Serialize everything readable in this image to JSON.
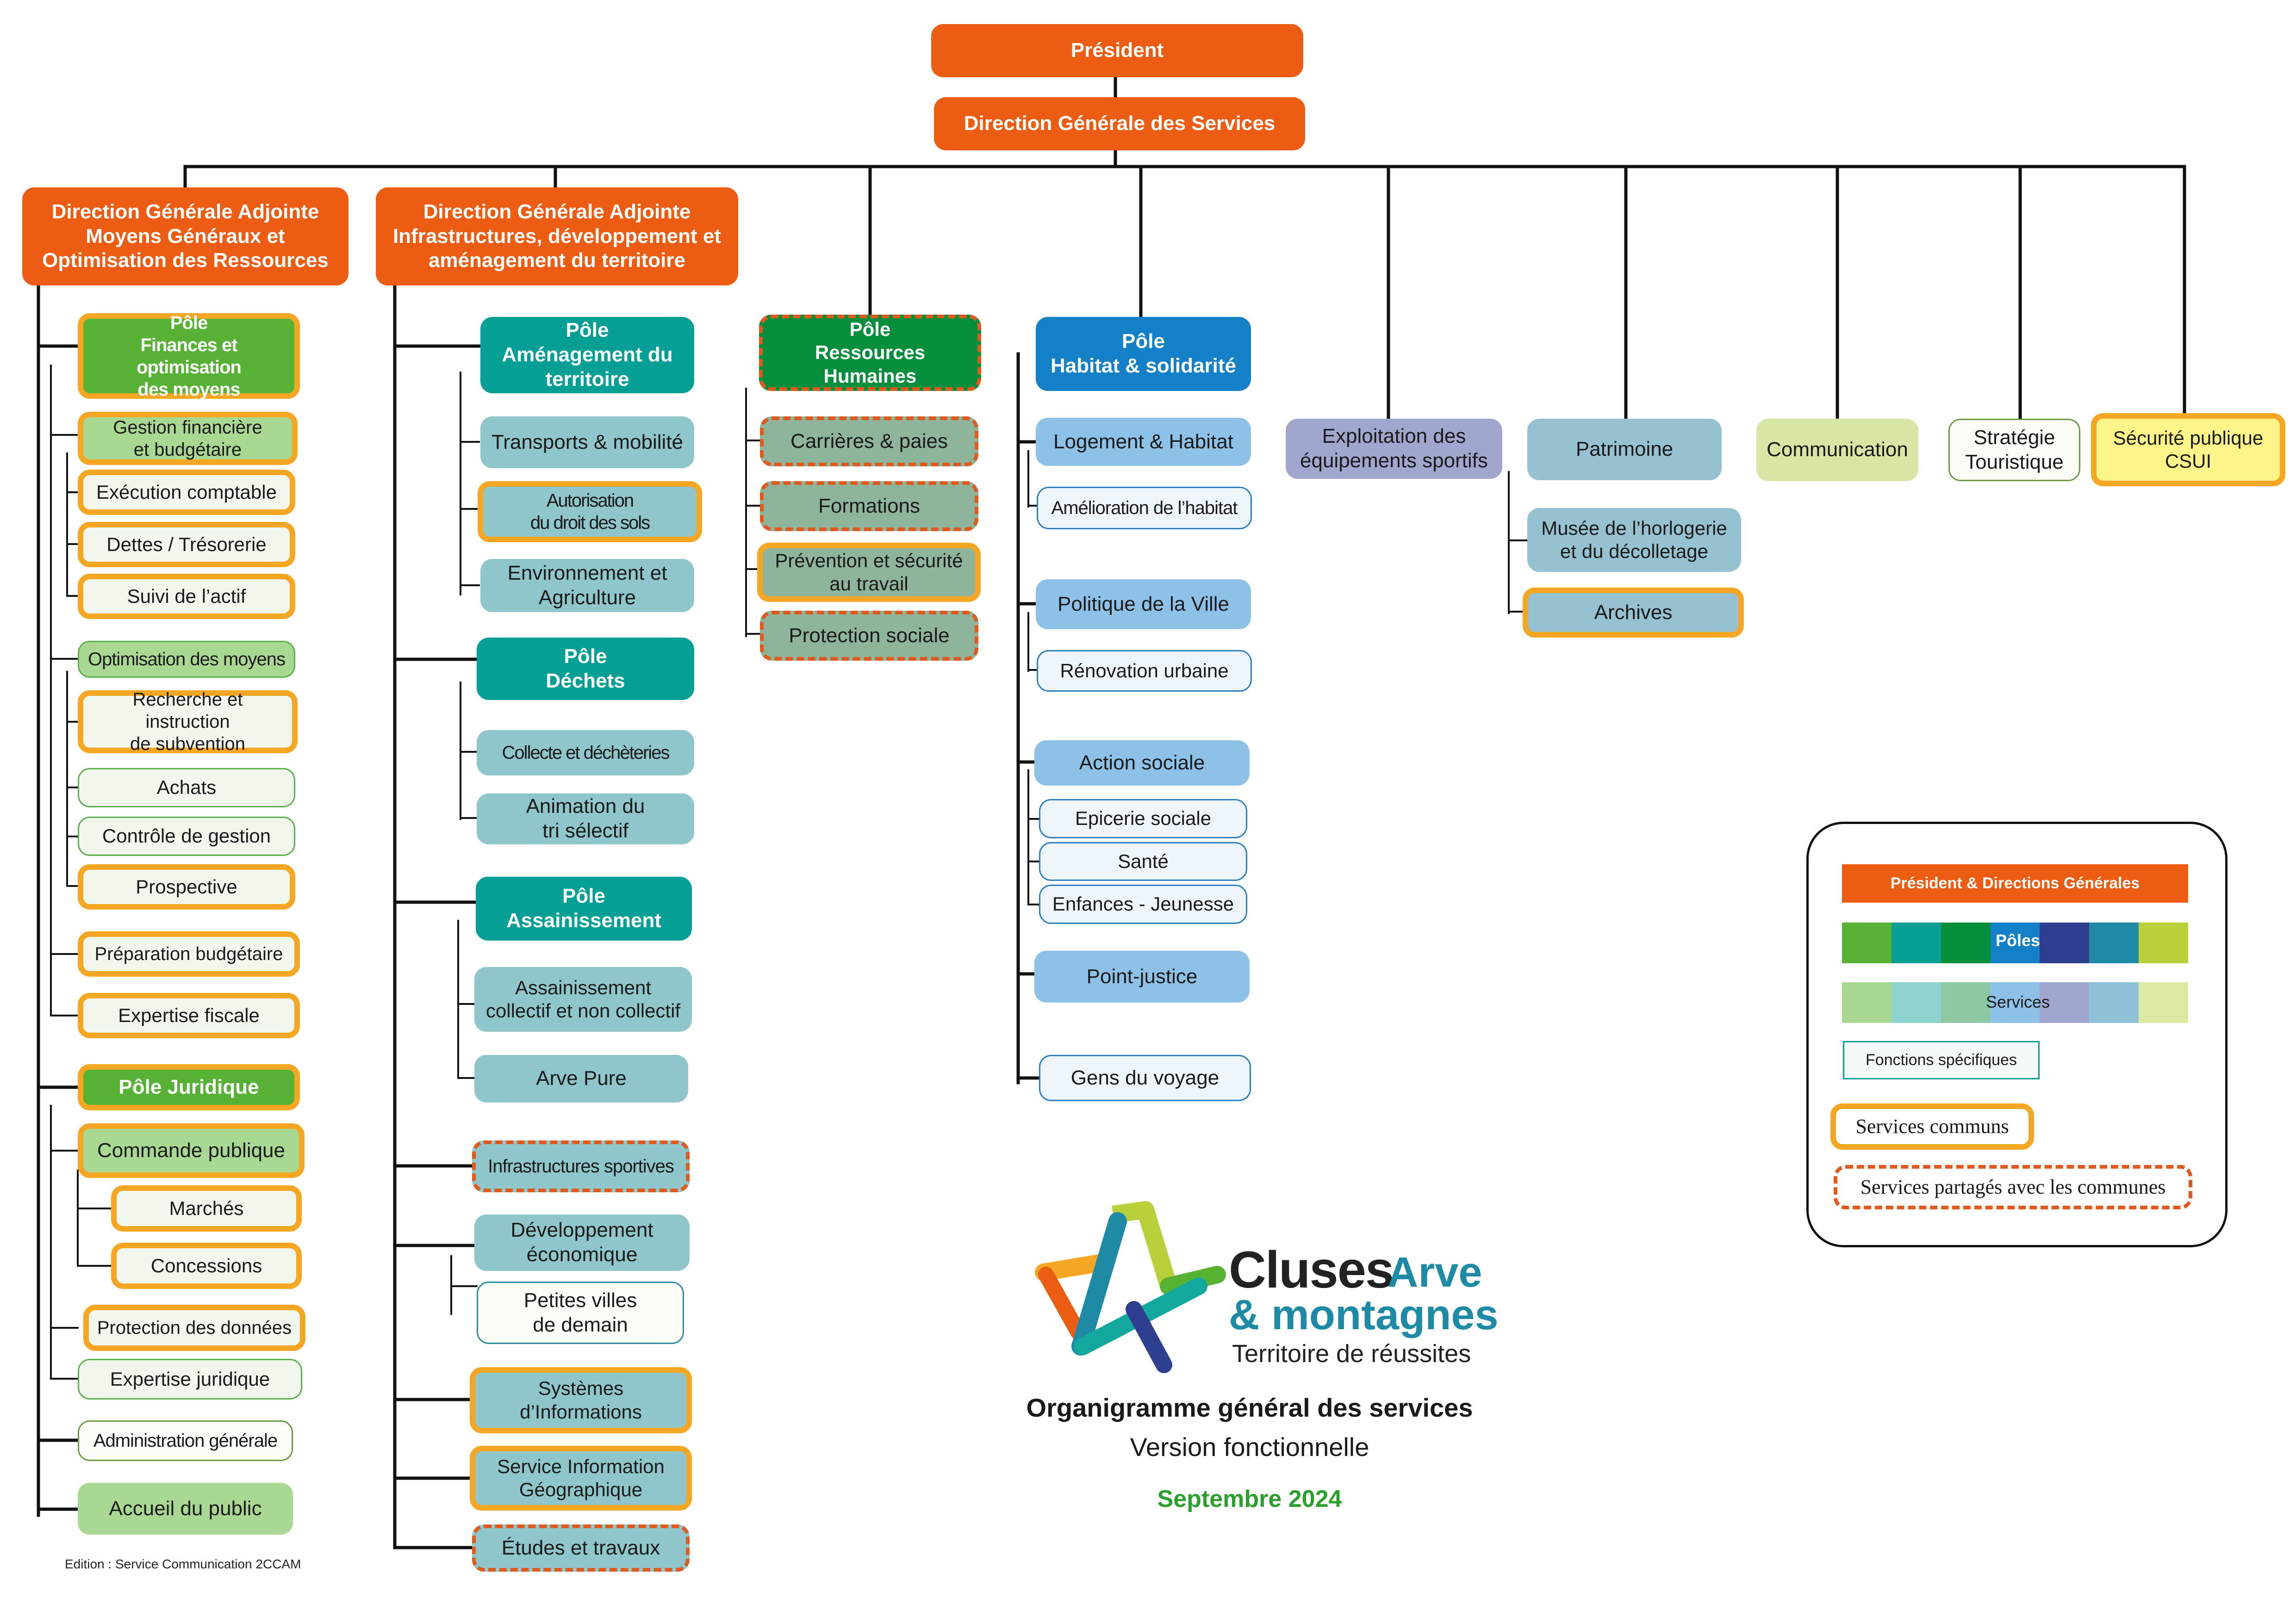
{
  "colors": {
    "direction": "#ec5d13",
    "services_communs_border": "#f5a623",
    "services_partages_border": "#e05a1e",
    "pole_finance": "#56b134",
    "pole_amenagement": "#059f96",
    "pole_rh": "#058f3c",
    "pole_habitat": "#1480c7",
    "title_green": "#2ca02c"
  },
  "top": {
    "president": "Président",
    "dgs": "Direction Générale des Services"
  },
  "dga1": {
    "title": "Direction Générale Adjointe\nMoyens Généraux et\nOptimisation des Ressources",
    "pole_finances": "Pôle\nFinances et optimisation\ndes moyens",
    "gestion_financiere": "Gestion financière\net budgétaire",
    "execution_comptable": "Exécution comptable",
    "dettes": "Dettes / Trésorerie",
    "suivi_actif": "Suivi de l’actif",
    "optimisation": "Optimisation des moyens",
    "subvention": "Recherche et instruction\nde subvention",
    "achats": "Achats",
    "controle": "Contrôle de gestion",
    "prospective": "Prospective",
    "preparation": "Préparation budgétaire",
    "expertise_fiscale": "Expertise fiscale",
    "pole_juridique": "Pôle Juridique",
    "commande_publique": "Commande publique",
    "marches": "Marchés",
    "concessions": "Concessions",
    "protection_donnees": "Protection des données",
    "expertise_juridique": "Expertise juridique",
    "administration": "Administration générale",
    "accueil": "Accueil du public"
  },
  "dga2": {
    "title": "Direction Générale Adjointe\nInfrastructures, développement et\naménagement du territoire",
    "pole_amenagement": "Pôle\nAménagement du\nterritoire",
    "transports": "Transports & mobilité",
    "autorisation": "Autorisation\ndu droit des sols",
    "environnement": "Environnement et\nAgriculture",
    "pole_dechets": "Pôle\nDéchets",
    "collecte": "Collecte et déchèteries",
    "animation": "Animation du\ntri sélectif",
    "pole_assainissement": "Pôle\nAssainissement",
    "assainissement": "Assainissement\ncollectif et non collectif",
    "arve_pure": "Arve Pure",
    "infrastructures_sportives": "Infrastructures sportives",
    "developpement": "Développement\néconomique",
    "petites_villes": "Petites villes\nde demain",
    "systemes": "Systèmes\nd’Informations",
    "sig": "Service Information\nGéographique",
    "etudes": "Études et travaux"
  },
  "rh": {
    "pole": "Pôle\nRessources Humaines",
    "carrieres": "Carrières & paies",
    "formations": "Formations",
    "prevention": "Prévention et sécurité\nau travail",
    "protection_sociale": "Protection sociale"
  },
  "habitat": {
    "pole": "Pôle\nHabitat & solidarité",
    "logement": "Logement & Habitat",
    "amelioration": "Amélioration de l’habitat",
    "politique_ville": "Politique de la Ville",
    "renovation": "Rénovation urbaine",
    "action_sociale": "Action sociale",
    "epicerie": "Epicerie sociale",
    "sante": "Santé",
    "enfances": "Enfances - Jeunesse",
    "point_justice": "Point-justice",
    "gens_voyage": "Gens du voyage"
  },
  "other": {
    "equipements": "Exploitation des\néquipements sportifs",
    "patrimoine": "Patrimoine",
    "musee": "Musée de l’horlogerie\net du décolletage",
    "archives": "Archives",
    "communication": "Communication",
    "strategie": "Stratégie\nTouristique",
    "securite": "Sécurité publique\nCSUI"
  },
  "legend": {
    "presidents": "Président & Directions Générales",
    "poles": "Pôles",
    "services": "Services",
    "fonctions": "Fonctions spécifiques",
    "communs": "Services communs",
    "partages": "Services partagés avec les communes",
    "pole_colors": [
      "#56b134",
      "#059f96",
      "#058f3c",
      "#1480c7",
      "#2e3f8f",
      "#1f8aa6",
      "#b9d03a"
    ],
    "service_colors": [
      "#a9d892",
      "#8fd3cf",
      "#8ec8a3",
      "#8ec1e7",
      "#a0a6cd",
      "#8ec1d8",
      "#dde9a2"
    ]
  },
  "logo": {
    "cluses": "Cluses",
    "arve": "Arve",
    "montagnes": "& montagnes",
    "tagline": "Territoire de réussites"
  },
  "footer": {
    "title": "Organigramme général des services",
    "subtitle": "Version fonctionnelle",
    "date": "Septembre 2024",
    "edition": "Edition : Service Communication 2CCAM"
  }
}
